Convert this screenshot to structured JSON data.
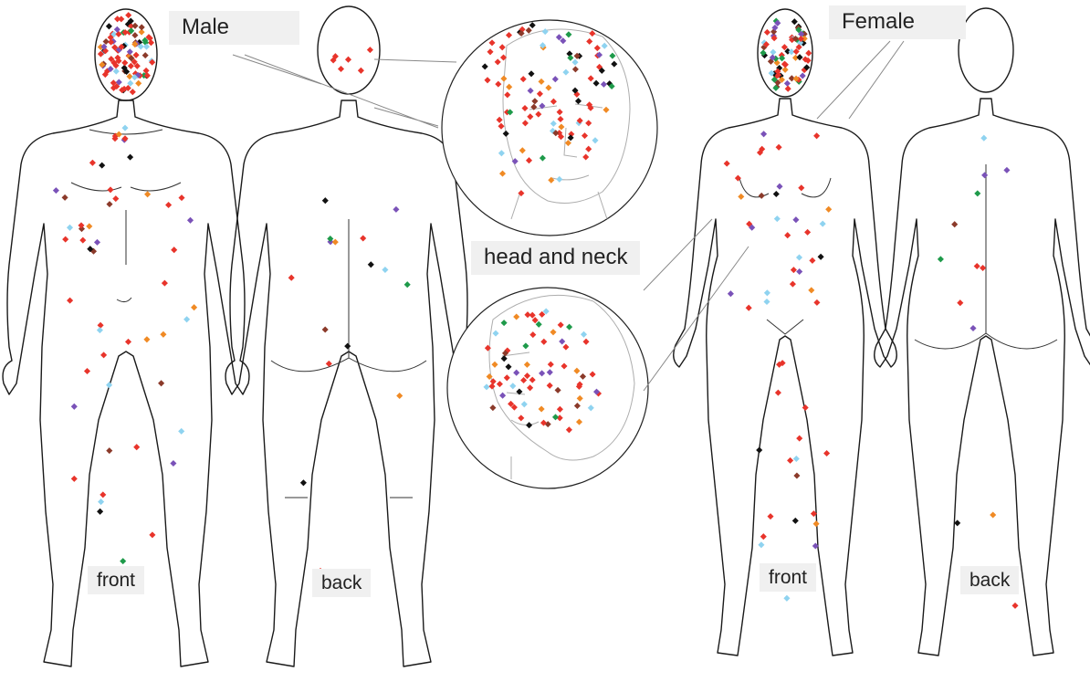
{
  "labels": {
    "male": "Male",
    "female": "Female",
    "head_neck": "head and neck",
    "male_front": "front",
    "male_back": "back",
    "female_front": "front",
    "female_back": "back"
  },
  "marker_colors": {
    "red": "#e8342b",
    "orange": "#f08a24",
    "green": "#1e9a4a",
    "light_blue": "#8fd3f0",
    "purple": "#7a52b8",
    "brown": "#8b3a2a",
    "black": "#111111"
  }
}
